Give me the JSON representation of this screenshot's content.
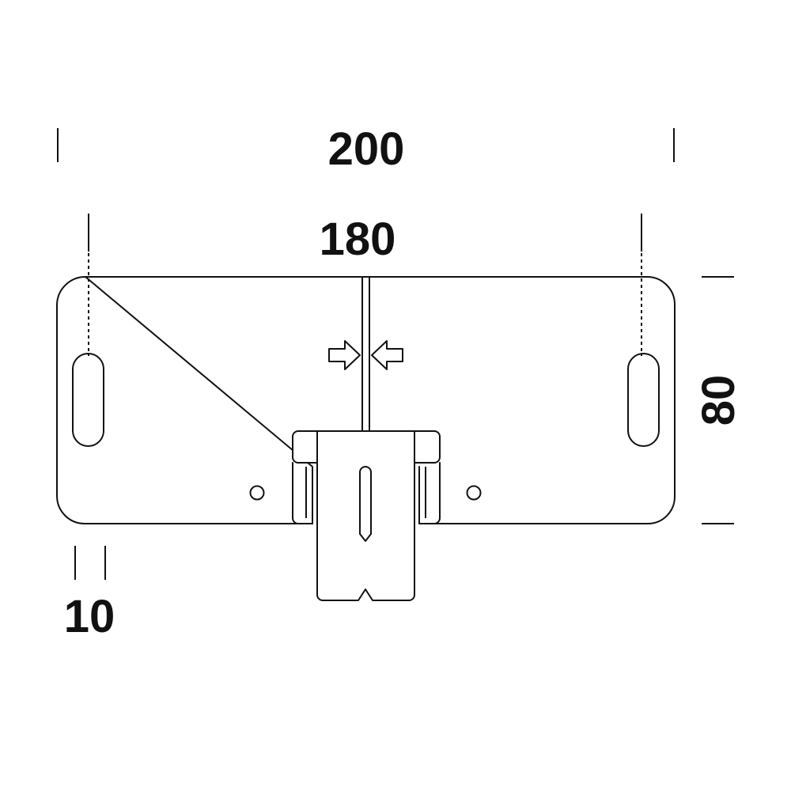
{
  "dimensions": {
    "overall_width": "200",
    "hole_spacing": "180",
    "height": "80",
    "edge_offset": "10"
  },
  "colors": {
    "line": "#111111",
    "background": "#ffffff"
  }
}
